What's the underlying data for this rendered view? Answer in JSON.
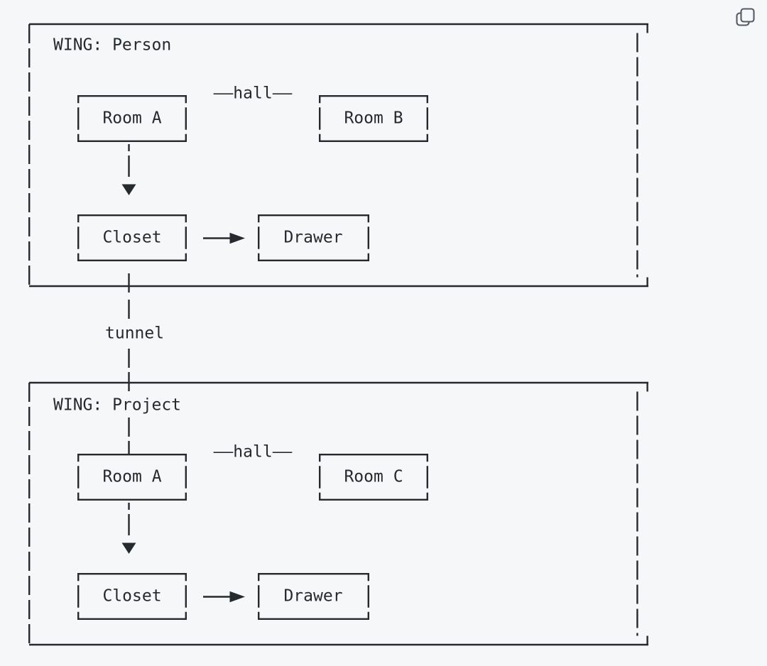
{
  "page": {
    "background_color": "#f6f7f9",
    "ink_color": "#26292e",
    "icon_color": "#555b63"
  },
  "code_block": {
    "copy_button": {
      "icon": "copy",
      "glyph": "⧉"
    }
  },
  "diagram": {
    "tunnel_label": "tunnel",
    "wings": [
      {
        "title": "WING: Person",
        "hall_label": "——hall——",
        "rooms": {
          "left_top": "Room A",
          "right_top": "Room B",
          "left_bottom": "Closet",
          "right_bottom": "Drawer"
        }
      },
      {
        "title": "WING: Project",
        "hall_label": "——hall——",
        "rooms": {
          "left_top": "Room A",
          "right_top": "Room C",
          "left_bottom": "Closet",
          "right_bottom": "Drawer"
        }
      }
    ]
  }
}
